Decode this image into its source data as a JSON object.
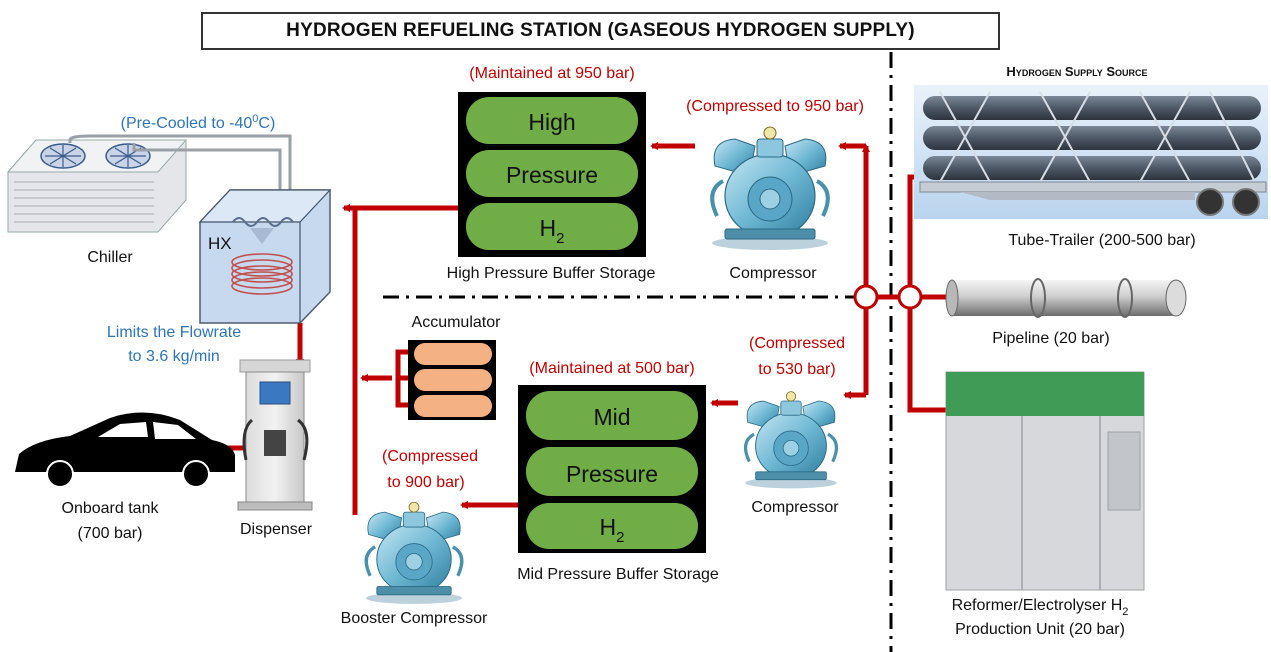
{
  "title": "HYDROGEN REFUELING STATION (GASEOUS HYDROGEN SUPPLY)",
  "supply_source_label": "Hydrogen Supply Source",
  "colors": {
    "pipe": "#c00000",
    "annotation_red": "#c00000",
    "annotation_blue": "#2e75b6",
    "tank_green": "#70ad47",
    "tank_frame": "#000000",
    "accumulator": "#f4b183"
  },
  "storage": {
    "high": {
      "segments": [
        "High",
        "Pressure",
        "H"
      ],
      "subscript": "2",
      "label": "High Pressure Buffer Storage",
      "annotation": "(Maintained at 950 bar)"
    },
    "mid": {
      "segments": [
        "Mid",
        "Pressure",
        "H"
      ],
      "subscript": "2",
      "label": "Mid Pressure Buffer Storage",
      "annotation": "(Maintained at 500 bar)"
    }
  },
  "compressors": {
    "top": {
      "label": "Compressor",
      "annotation": "(Compressed to 950 bar)"
    },
    "mid": {
      "label": "Compressor",
      "annotation_line1": "(Compressed",
      "annotation_line2": "to 530 bar)"
    },
    "booster": {
      "label": "Booster Compressor",
      "annotation_line1": "(Compressed",
      "annotation_line2": "to 900 bar)"
    }
  },
  "chiller": {
    "label": "Chiller",
    "hx_label": "HX",
    "annotation_prefix": "(Pre-Cooled to -40",
    "annotation_sup": "0",
    "annotation_suffix": "C)"
  },
  "accumulator": {
    "label": "Accumulator"
  },
  "dispenser": {
    "label": "Dispenser",
    "annotation_line1": "Limits the Flowrate",
    "annotation_line2": "to 3.6 kg/min"
  },
  "vehicle": {
    "label_line1": "Onboard tank",
    "label_line2": "(700 bar)"
  },
  "sources": {
    "tube_trailer": "Tube-Trailer (200-500 bar)",
    "pipeline": "Pipeline (20 bar)",
    "production_line1": "Reformer/Electrolyser H",
    "production_sub": "2",
    "production_line2": "Production Unit (20 bar)"
  }
}
